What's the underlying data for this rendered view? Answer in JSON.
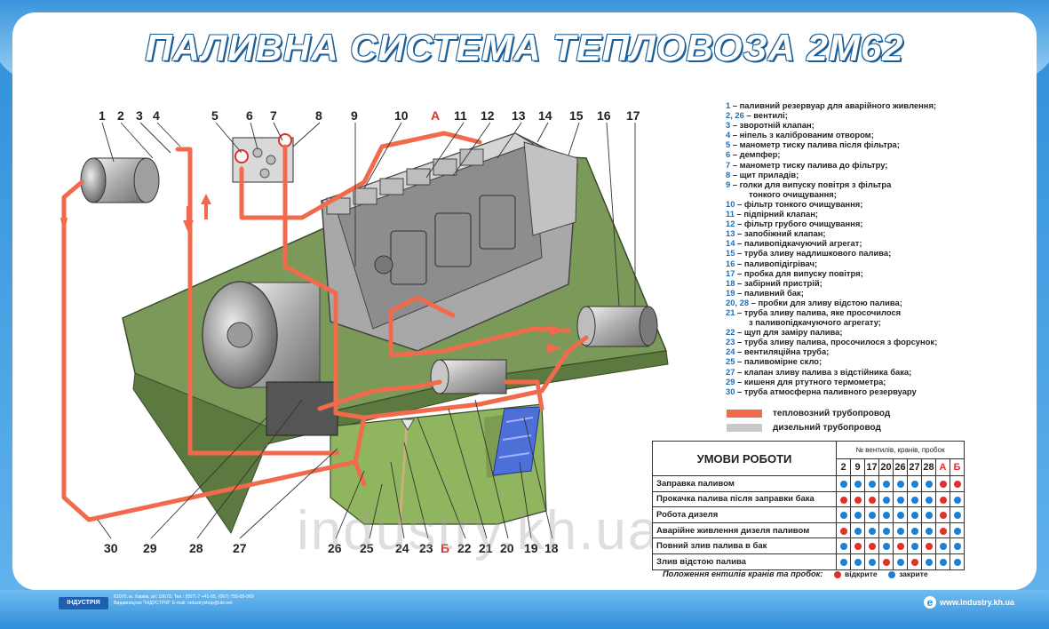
{
  "title": "ПАЛИВНА СИСТЕМА ТЕПЛОВОЗА 2М62",
  "diagram": {
    "callouts_top": [
      "1",
      "2",
      "3",
      "4",
      "5",
      "6",
      "7",
      "8",
      "9",
      "10",
      "А",
      "11",
      "12",
      "13",
      "14",
      "15",
      "16",
      "17"
    ],
    "callouts_bottom": [
      "30",
      "29",
      "28",
      "27",
      "26",
      "25",
      "24",
      "23",
      "Б",
      "22",
      "21",
      "20",
      "19",
      "18"
    ]
  },
  "legend": [
    {
      "n": "1",
      "t": " – паливний резервуар для аварійного живлення;"
    },
    {
      "n": "2, 26",
      "t": " – вентилі;"
    },
    {
      "n": "3",
      "t": " – зворотній клапан;"
    },
    {
      "n": "4",
      "t": " – ніпель з каліброваним отвором;"
    },
    {
      "n": "5",
      "t": " – манометр тиску палива після фільтра;"
    },
    {
      "n": "6",
      "t": " – демпфер;"
    },
    {
      "n": "7",
      "t": " – манометр тиску палива до фільтру;"
    },
    {
      "n": "8",
      "t": " – щит приладів;"
    },
    {
      "n": "9",
      "t": " – голки для випуску повітря з фільтра"
    },
    {
      "n": "",
      "t": "тонкого очищування;"
    },
    {
      "n": "10",
      "t": " – фільтр тонкого очищування;"
    },
    {
      "n": "11",
      "t": " – підпірний клапан;"
    },
    {
      "n": "12",
      "t": " – фільтр грубого очищування;"
    },
    {
      "n": "13",
      "t": " – запобіжний клапан;"
    },
    {
      "n": "14",
      "t": " – паливопідкачуючий агрегат;"
    },
    {
      "n": "15",
      "t": " – труба зливу надлишкового палива;"
    },
    {
      "n": "16",
      "t": " – паливопідігрівач;"
    },
    {
      "n": "17",
      "t": " – пробка для випуску повітря;"
    },
    {
      "n": "18",
      "t": " – забірний пристрій;"
    },
    {
      "n": "19",
      "t": " – паливний бак;"
    },
    {
      "n": "20, 28",
      "t": " – пробки для зливу відстою палива;"
    },
    {
      "n": "21",
      "t": " – труба зливу палива, яке просочилося"
    },
    {
      "n": "",
      "t": "з паливопідкачуючого агрегату;"
    },
    {
      "n": "22",
      "t": " – щуп для заміру палива;"
    },
    {
      "n": "23",
      "t": " – труба зливу палива, просочилося з форсунок;"
    },
    {
      "n": "24",
      "t": " – вентиляційна труба;"
    },
    {
      "n": "25",
      "t": " – паливомірне скло;"
    },
    {
      "n": "27",
      "t": " – клапан зливу палива з відстійника бака;"
    },
    {
      "n": "29",
      "t": " – кишеня для ртутного термометра;"
    },
    {
      "n": "30",
      "t": " – труба атмосферна паливного резервуару"
    }
  ],
  "pipe_legend": {
    "loco": {
      "label": "тепловозний трубопровод",
      "color": "#f26a4c"
    },
    "diesel": {
      "label": "дизельний трубопровод",
      "color": "#c9c9c9"
    }
  },
  "operations": {
    "header": "УМОВИ РОБОТИ",
    "subheader": "№ вентилів, кранів, пробок",
    "columns": [
      "2",
      "9",
      "17",
      "20",
      "26",
      "27",
      "28",
      "А",
      "Б"
    ],
    "open_color": "#e0302a",
    "closed_color": "#1f7fd0",
    "rows": [
      {
        "label": "Заправка паливом",
        "states": [
          "c",
          "c",
          "c",
          "c",
          "c",
          "c",
          "c",
          "o",
          "o"
        ]
      },
      {
        "label": "Прокачка палива після заправки бака",
        "states": [
          "o",
          "o",
          "o",
          "c",
          "c",
          "c",
          "c",
          "o",
          "c"
        ]
      },
      {
        "label": "Робота дизеля",
        "states": [
          "c",
          "c",
          "c",
          "c",
          "c",
          "c",
          "c",
          "o",
          "c"
        ]
      },
      {
        "label": "Аварійне живлення дизеля паливом",
        "states": [
          "o",
          "c",
          "c",
          "c",
          "c",
          "c",
          "c",
          "o",
          "c"
        ]
      },
      {
        "label": "Повний злив палива в бак",
        "states": [
          "c",
          "o",
          "o",
          "c",
          "o",
          "c",
          "o",
          "c",
          "c"
        ]
      },
      {
        "label": "Злив відстою палива",
        "states": [
          "c",
          "c",
          "c",
          "o",
          "c",
          "o",
          "c",
          "c",
          "c"
        ]
      }
    ],
    "note": "Положення ентилів кранів та пробок:",
    "note_open": "відкрите",
    "note_closed": "закрите"
  },
  "footer": {
    "publisher_logo": "ІНДУСТРІЯ",
    "contacts_line1": "61070, м. Харків, а/с 10670,     Тел.: (057) 7    +41-05, (057) 755-65-069",
    "contacts_line2": "Видавництво \"ІНДУСТРІЯ\"       E-mail: industryshop@ukr.net",
    "website": "www.industry.kh.ua",
    "watermark": "industry.kh.ua"
  }
}
